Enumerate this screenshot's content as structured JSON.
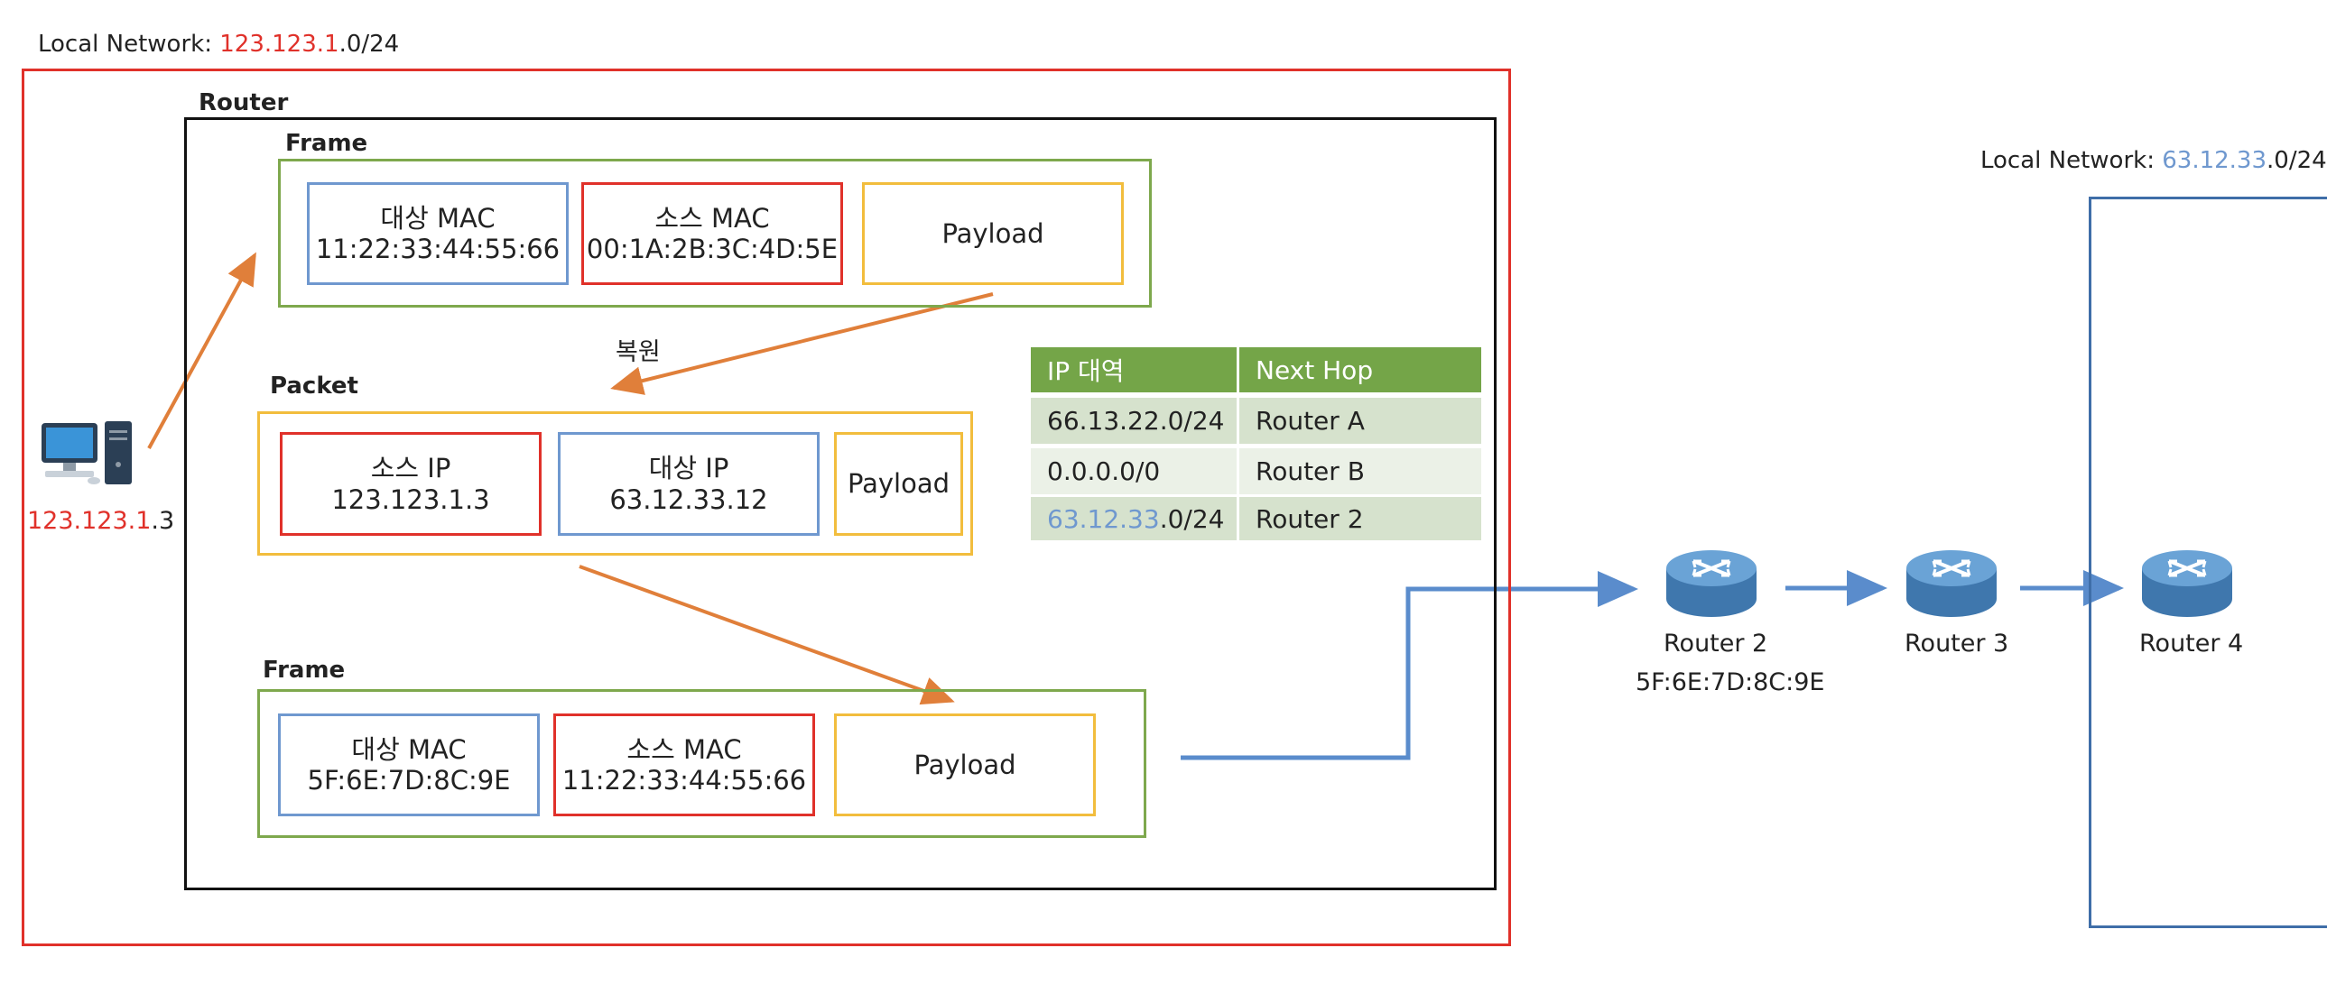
{
  "left_network": {
    "label_prefix": "Local Network: ",
    "label_highlight": "123.123.1",
    "label_suffix": ".0/24"
  },
  "right_network": {
    "label_prefix": "Local Network: ",
    "label_highlight": "63.12.33",
    "label_suffix": ".0/24"
  },
  "router_title": "Router",
  "computer": {
    "ip_highlight": "123.123.1",
    "ip_suffix": ".3",
    "icon": "desktop-computer-icon"
  },
  "frame_in": {
    "title": "Frame",
    "dest_mac": {
      "label": "대상 MAC",
      "value": "11:22:33:44:55:66"
    },
    "src_mac": {
      "label": "소스 MAC",
      "value": "00:1A:2B:3C:4D:5E"
    },
    "payload": "Payload"
  },
  "restore_label": "복원",
  "packet": {
    "title": "Packet",
    "src_ip": {
      "label": "소스 IP",
      "value": "123.123.1.3"
    },
    "dest_ip": {
      "label": "대상 IP",
      "value": "63.12.33.12"
    },
    "payload": "Payload"
  },
  "frame_out": {
    "title": "Frame",
    "dest_mac": {
      "label": "대상 MAC",
      "value": "5F:6E:7D:8C:9E"
    },
    "src_mac": {
      "label": "소스 MAC",
      "value": "11:22:33:44:55:66"
    },
    "payload": "Payload"
  },
  "routing_table": {
    "headers": [
      "IP 대역",
      "Next Hop"
    ],
    "rows": [
      {
        "ip": "66.13.22.0/24",
        "hop": "Router A"
      },
      {
        "ip": "0.0.0.0/0",
        "hop": "Router B"
      },
      {
        "ip_highlight": "63.12.33",
        "ip_suffix": ".0/24",
        "hop": "Router 2"
      }
    ]
  },
  "routers": [
    {
      "name": "Router 2",
      "mac": "5F:6E:7D:8C:9E",
      "icon": "router-icon"
    },
    {
      "name": "Router 3",
      "icon": "router-icon"
    },
    {
      "name": "Router 4",
      "icon": "router-icon"
    }
  ],
  "colors": {
    "red": "#e0312a",
    "blue": "#6f98cf",
    "yellow": "#f2bd3d",
    "green": "#7ea84d",
    "arrow_orange": "#e07f3a",
    "link_blue": "#5a8ccc"
  }
}
